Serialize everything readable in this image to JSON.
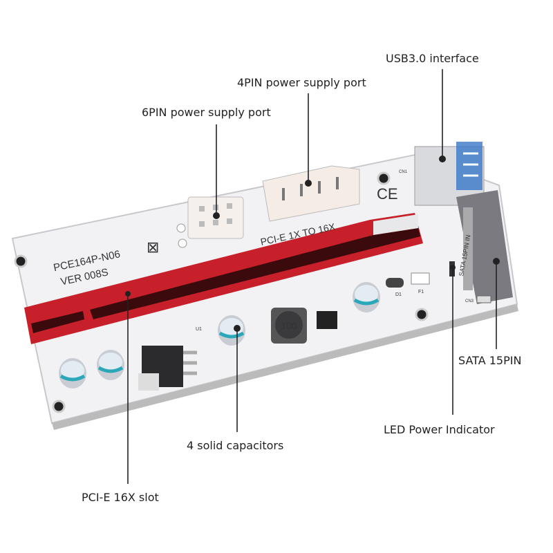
{
  "callouts": {
    "usb": "USB3.0 interface",
    "pin4": "4PIN power supply port",
    "pin6": "6PIN power supply port",
    "sata": "SATA 15PIN",
    "led": "LED Power Indicator",
    "caps": "4 solid capacitors",
    "slot": "PCI-E 16X slot"
  },
  "board": {
    "model": "PCE164P-N06",
    "version": "VER 008S",
    "slot_text": "PCI-E 1X TO 16X",
    "ce_mark": "CE",
    "inductor": "100",
    "sata_in": "SATA 15PIN IN",
    "cn1": "CN1",
    "cn3": "CN3",
    "u1": "U1",
    "d1": "D1",
    "f1": "F1"
  },
  "colors": {
    "board": "#f2f2f4",
    "slot": "#c8202a",
    "leader": "#222222"
  }
}
